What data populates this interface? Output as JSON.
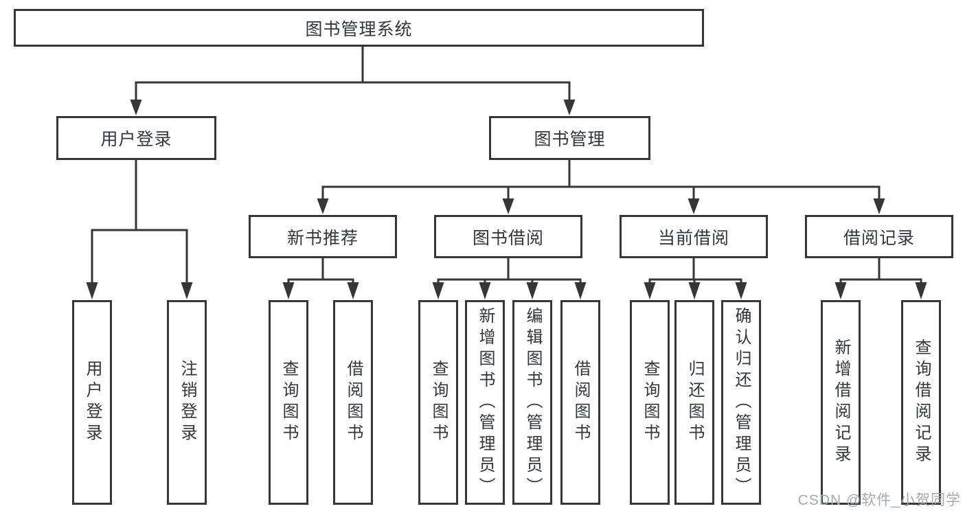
{
  "diagram": {
    "root": {
      "label": "图书管理系统"
    },
    "branches": [
      {
        "label": "用户登录",
        "children": [
          {
            "label": "用户登录"
          },
          {
            "label": "注销登录"
          }
        ]
      },
      {
        "label": "图书管理",
        "children": [
          {
            "label": "新书推荐",
            "children": [
              {
                "label": "查询图书"
              },
              {
                "label": "借阅图书"
              }
            ]
          },
          {
            "label": "图书借阅",
            "children": [
              {
                "label": "查询图书"
              },
              {
                "label": "新增图书（管理员）"
              },
              {
                "label": "编辑图书（管理员）"
              },
              {
                "label": "借阅图书"
              }
            ]
          },
          {
            "label": "当前借阅",
            "children": [
              {
                "label": "查询图书"
              },
              {
                "label": "归还图书"
              },
              {
                "label": "确认归还（管理员）"
              }
            ]
          },
          {
            "label": "借阅记录",
            "children": [
              {
                "label": "新增借阅记录"
              },
              {
                "label": "查询借阅记录"
              }
            ]
          }
        ]
      }
    ]
  },
  "watermark": {
    "text": "CSDN @软件_小贺同学"
  },
  "colors": {
    "line": "#363636",
    "text": "#33363c",
    "watermark": "#a6a9ae",
    "background": "#ffffff"
  }
}
